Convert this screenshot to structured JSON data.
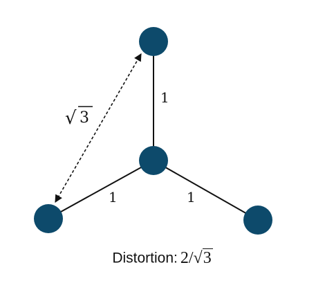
{
  "diagram": {
    "node_color": "#0d4a6b",
    "edge_color": "#111111",
    "edge_labels": {
      "top": "1",
      "left": "1",
      "right": "1"
    },
    "dashed_label": {
      "radical": "√",
      "radicand": "3"
    },
    "caption": {
      "label": "Distortion:",
      "numerator": "2/",
      "radical": "√",
      "radicand": "3"
    }
  }
}
